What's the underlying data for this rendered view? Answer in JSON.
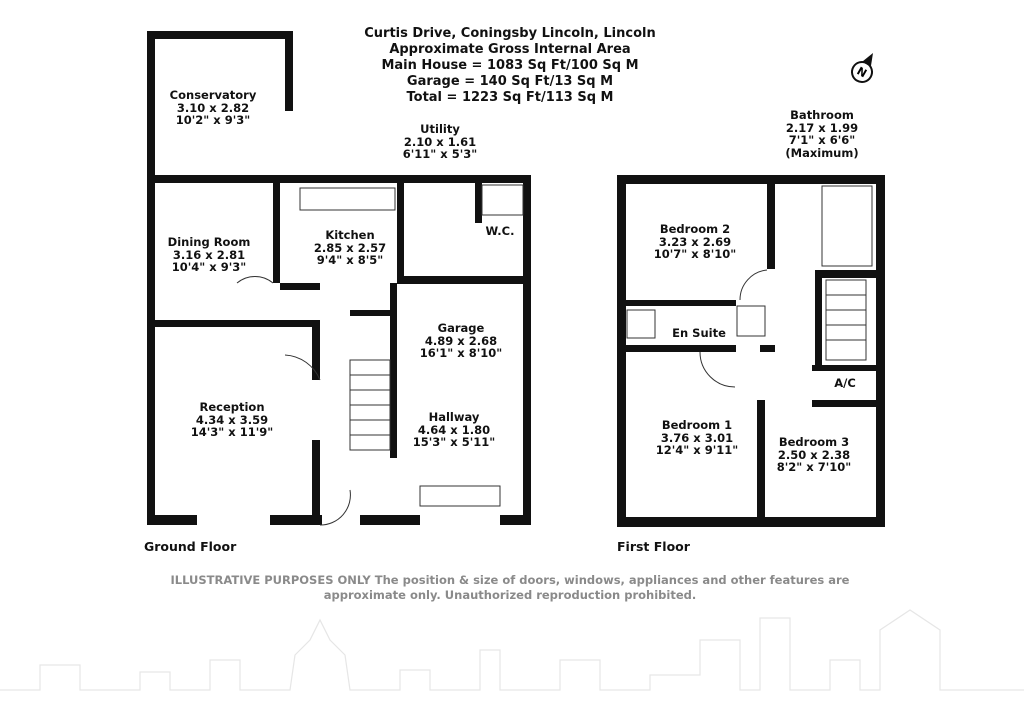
{
  "header": {
    "address": "Curtis Drive, Coningsby Lincoln, Lincoln",
    "subtitle": "Approximate Gross Internal Area",
    "main_house": "Main House = 1083 Sq Ft/100 Sq M",
    "garage": "Garage = 140 Sq Ft/13 Sq M",
    "total": "Total = 1223 Sq Ft/113 Sq M"
  },
  "rooms": {
    "conservatory": {
      "name": "Conservatory",
      "metric": "3.10 x 2.82",
      "imperial": "10'2\" x 9'3\""
    },
    "utility": {
      "name": "Utility",
      "metric": "2.10 x 1.61",
      "imperial": "6'11\" x 5'3\""
    },
    "dining": {
      "name": "Dining Room",
      "metric": "3.16 x 2.81",
      "imperial": "10'4\" x 9'3\""
    },
    "kitchen": {
      "name": "Kitchen",
      "metric": "2.85 x 2.57",
      "imperial": "9'4\" x 8'5\""
    },
    "wc": {
      "name": "W.C."
    },
    "garage": {
      "name": "Garage",
      "metric": "4.89 x 2.68",
      "imperial": "16'1\" x 8'10\""
    },
    "reception": {
      "name": "Reception",
      "metric": "4.34 x 3.59",
      "imperial": "14'3\" x 11'9\""
    },
    "hallway": {
      "name": "Hallway",
      "metric": "4.64 x 1.80",
      "imperial": "15'3\" x 5'11\""
    },
    "bathroom": {
      "name": "Bathroom",
      "metric": "2.17 x 1.99",
      "imperial": "7'1\" x 6'6\"",
      "note": "(Maximum)"
    },
    "bedroom2": {
      "name": "Bedroom 2",
      "metric": "3.23 x 2.69",
      "imperial": "10'7\" x 8'10\""
    },
    "ensuite": {
      "name": "En Suite"
    },
    "ac": {
      "name": "A/C"
    },
    "bedroom1": {
      "name": "Bedroom 1",
      "metric": "3.76 x 3.01",
      "imperial": "12'4\" x 9'11\""
    },
    "bedroom3": {
      "name": "Bedroom 3",
      "metric": "2.50 x 2.38",
      "imperial": "8'2\" x 7'10\""
    }
  },
  "floors": {
    "ground": "Ground Floor",
    "first": "First Floor"
  },
  "compass": {
    "label": "N"
  },
  "disclaimer": {
    "line1": "ILLUSTRATIVE PURPOSES ONLY  The position & size of doors, windows, appliances and other features are",
    "line2": "approximate only. Unauthorized reproduction prohibited."
  }
}
